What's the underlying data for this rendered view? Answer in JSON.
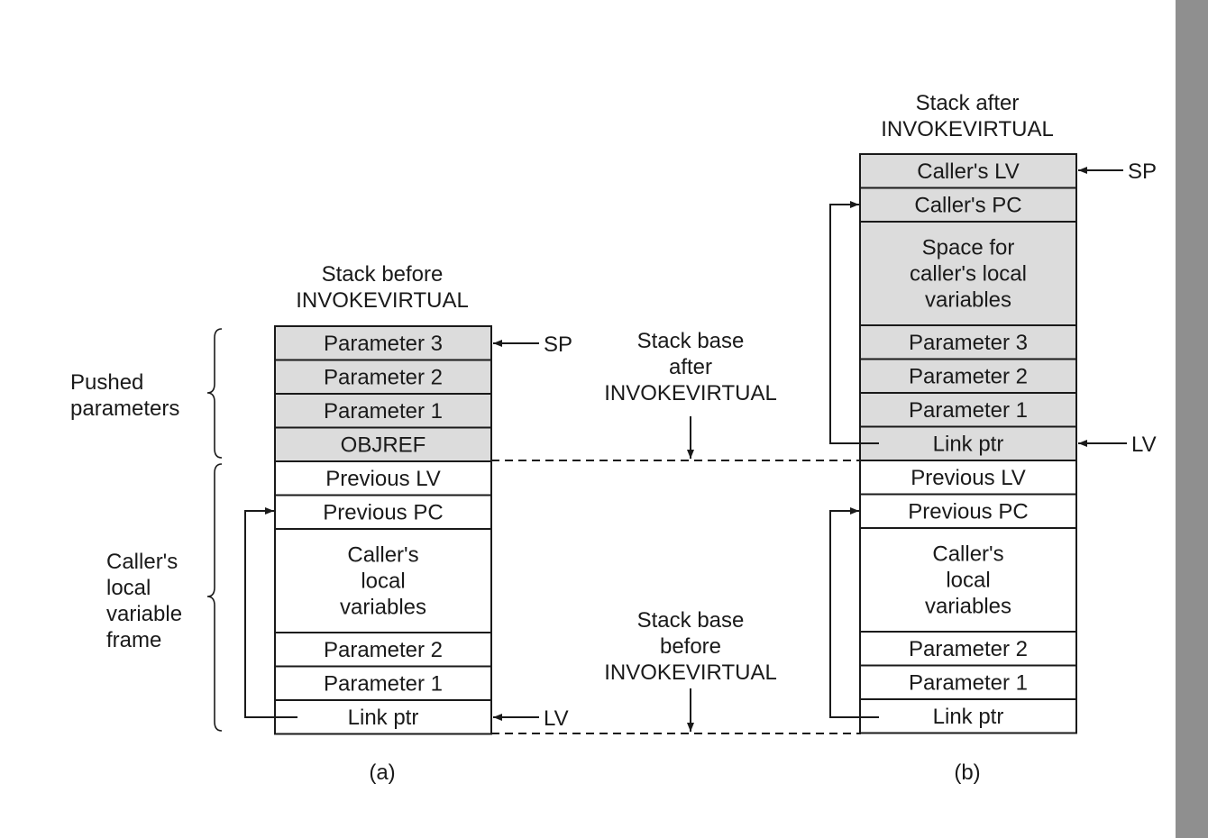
{
  "colors": {
    "shaded_cell": "#dcdcdc",
    "plain_cell": "#ffffff",
    "line": "#1a1a1a",
    "scrollbar": "#8f8f8f"
  },
  "stack_a": {
    "title_line1": "Stack before",
    "title_line2": "INVOKEVIRTUAL",
    "cells": [
      {
        "lines": [
          "Parameter 3"
        ],
        "shaded": true
      },
      {
        "lines": [
          "Parameter 2"
        ],
        "shaded": true
      },
      {
        "lines": [
          "Parameter 1"
        ],
        "shaded": true
      },
      {
        "lines": [
          "OBJREF"
        ],
        "shaded": true
      },
      {
        "lines": [
          "Previous LV"
        ],
        "shaded": false
      },
      {
        "lines": [
          "Previous PC"
        ],
        "shaded": false
      },
      {
        "lines": [
          "Caller's",
          "local",
          "variables"
        ],
        "shaded": false
      },
      {
        "lines": [
          "Parameter 2"
        ],
        "shaded": false
      },
      {
        "lines": [
          "Parameter 1"
        ],
        "shaded": false
      },
      {
        "lines": [
          "Link ptr"
        ],
        "shaded": false
      }
    ],
    "sp_label": "SP",
    "lv_label": "LV",
    "caption": "(a)"
  },
  "stack_b": {
    "title_line1": "Stack after",
    "title_line2": "INVOKEVIRTUAL",
    "cells": [
      {
        "lines": [
          "Caller's LV"
        ],
        "shaded": true
      },
      {
        "lines": [
          "Caller's PC"
        ],
        "shaded": true
      },
      {
        "lines": [
          "Space for",
          "caller's local",
          "variables"
        ],
        "shaded": true
      },
      {
        "lines": [
          "Parameter 3"
        ],
        "shaded": true
      },
      {
        "lines": [
          "Parameter 2"
        ],
        "shaded": true
      },
      {
        "lines": [
          "Parameter 1"
        ],
        "shaded": true
      },
      {
        "lines": [
          "Link ptr"
        ],
        "shaded": true
      },
      {
        "lines": [
          "Previous LV"
        ],
        "shaded": false
      },
      {
        "lines": [
          "Previous PC"
        ],
        "shaded": false
      },
      {
        "lines": [
          "Caller's",
          "local",
          "variables"
        ],
        "shaded": false
      },
      {
        "lines": [
          "Parameter 2"
        ],
        "shaded": false
      },
      {
        "lines": [
          "Parameter 1"
        ],
        "shaded": false
      },
      {
        "lines": [
          "Link ptr"
        ],
        "shaded": false
      }
    ],
    "sp_label": "SP",
    "lv_label": "LV",
    "caption": "(b)"
  },
  "brace_labels": {
    "pushed": [
      "Pushed",
      "parameters"
    ],
    "frame": [
      "Caller's",
      "local",
      "variable",
      "frame"
    ]
  },
  "base_labels": {
    "after": [
      "Stack base",
      "after",
      "INVOKEVIRTUAL"
    ],
    "before": [
      "Stack base",
      "before",
      "INVOKEVIRTUAL"
    ]
  }
}
